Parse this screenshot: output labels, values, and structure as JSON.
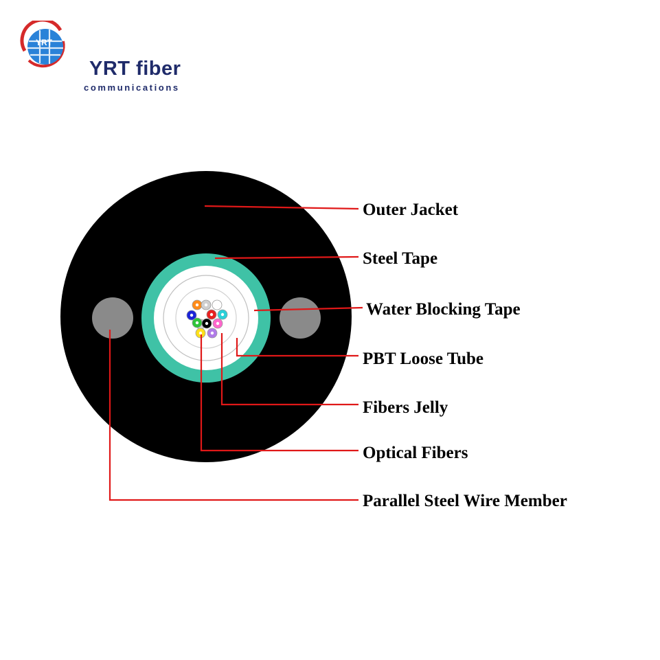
{
  "logo": {
    "mark_text": "YRT",
    "name": "YRT fiber",
    "subtitle": "communications"
  },
  "colors": {
    "jacket": "#000000",
    "steel_tape": "#3fc2a6",
    "steel_wire": "#8a8a8a",
    "leader_line": "#e01818",
    "logo_blue": "#2a82d8",
    "logo_red": "#d52a2a",
    "logo_text": "#1f2b6a"
  },
  "labels": {
    "outer_jacket": "Outer Jacket",
    "steel_tape": "Steel Tape",
    "water_blocking_tape": "Water Blocking Tape",
    "pbt_loose_tube": "PBT Loose Tube",
    "fibers_jelly": "Fibers Jelly",
    "optical_fibers": "Optical Fibers",
    "parallel_steel_wire": "Parallel Steel Wire Member"
  },
  "fiber_colors": [
    "#ff8c1a",
    "#cfcfcf",
    "#ffffff",
    "#1a24d8",
    "#e82020",
    "#2ad0d8",
    "#d8d8d8",
    "#000000",
    "#ff66cc",
    "#2fc43a",
    "#ffe01a",
    "#b07be8"
  ]
}
